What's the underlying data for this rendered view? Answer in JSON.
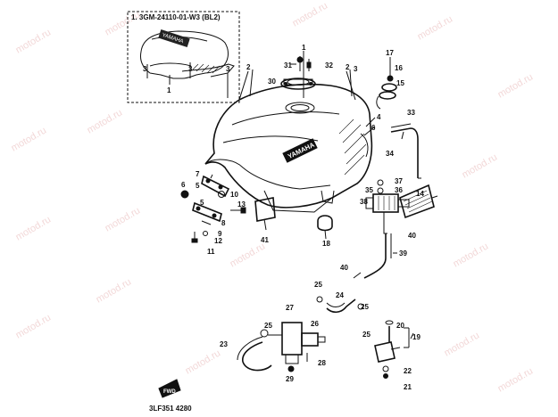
{
  "watermark_text": "motod.ru",
  "inset": {
    "title": "1. 3GM-24110-01-W3 (BL2)"
  },
  "tank_brand": "YAMAHA",
  "front_marker": "FWD",
  "footer_code": "3LF351 4280",
  "callouts": {
    "c1": "1",
    "c2": "2",
    "c3": "3",
    "c4": "4",
    "c5": "5",
    "c6": "6",
    "c7": "7",
    "c8": "8",
    "c9": "9",
    "c10": "10",
    "c11": "11",
    "c12": "12",
    "c13": "13",
    "c14": "14",
    "c15": "15",
    "c16": "16",
    "c17": "17",
    "c18": "18",
    "c19": "19",
    "c20": "20",
    "c21": "21",
    "c22": "22",
    "c23": "23",
    "c24": "24",
    "c25": "25",
    "c26": "26",
    "c27": "27",
    "c28": "28",
    "c29": "29",
    "c30": "30",
    "c31": "31",
    "c32": "32",
    "c33": "33",
    "c34": "34",
    "c35": "35",
    "c36": "36",
    "c37": "37",
    "c38": "38",
    "c39": "39",
    "c40": "40",
    "c41": "41"
  }
}
